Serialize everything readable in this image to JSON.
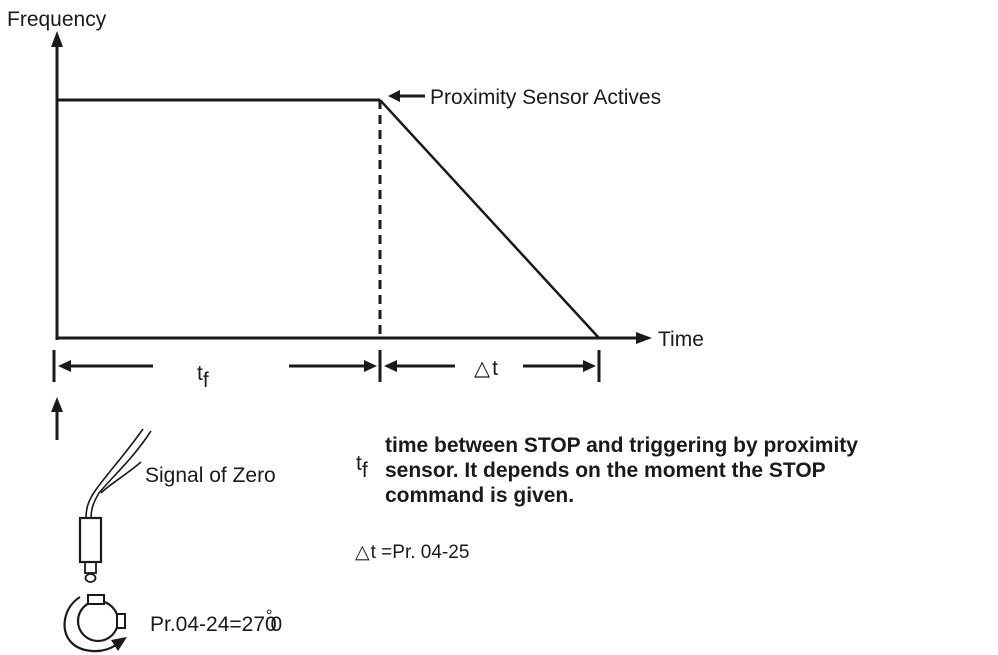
{
  "axes": {
    "y_label": "Frequency",
    "x_label": "Time"
  },
  "annotations": {
    "proximity": "Proximity Sensor Actives",
    "tf_symbol": "t",
    "tf_subscript": "f",
    "dt_symbol": "△",
    "dt_letter": "t",
    "signal_zero": "Signal of Zero"
  },
  "legend": {
    "tf_symbol": "t",
    "tf_subscript": "f",
    "tf_line1": "time between STOP and triggering by proximity",
    "tf_line2": "sensor. It depends on the moment the STOP",
    "tf_line3": "command is given.",
    "dt_symbol": "△",
    "dt_text": "t =Pr. 04-25",
    "pr_0424": "Pr.04-24=270",
    "pr_0424_degree": "°",
    "pr_0424_tail": "0"
  },
  "colors": {
    "ink": "#1a1a1a"
  }
}
